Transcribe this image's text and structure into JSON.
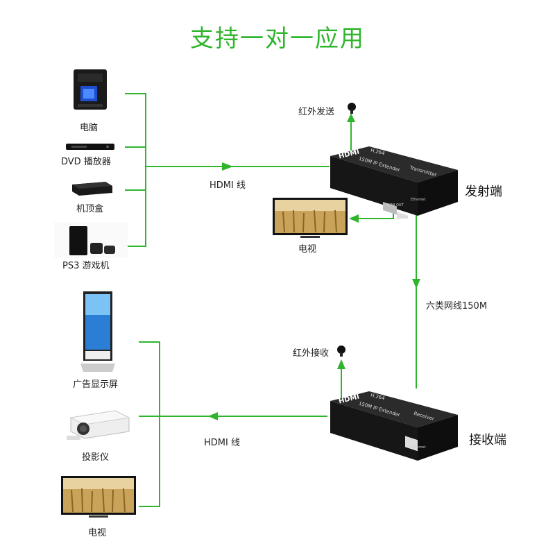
{
  "title": "支持一对一应用",
  "sources": [
    {
      "label": "电脑",
      "icon": "pc-tower-icon"
    },
    {
      "label": "DVD 播放器",
      "icon": "dvd-player-icon"
    },
    {
      "label": "机顶盒",
      "icon": "set-top-box-icon"
    },
    {
      "label": "PS3 游戏机",
      "icon": "ps3-console-icon"
    }
  ],
  "outputs": [
    {
      "label": "广告显示屏",
      "icon": "ad-display-icon"
    },
    {
      "label": "投影仪",
      "icon": "projector-icon"
    },
    {
      "label": "电视",
      "icon": "tv-icon"
    }
  ],
  "transmitter": {
    "label": "发射端",
    "brand": "HDMI",
    "model": "H.264",
    "name": "150M IP Extender",
    "role": "Transmitter",
    "port_hdmi": "HDMI OUT",
    "port_eth": "Ethernet",
    "ir_label": "红外发送",
    "local_tv_label": "电视"
  },
  "receiver": {
    "label": "接收端",
    "brand": "HDMI",
    "model": "H.264",
    "name": "150M IP Extender",
    "role": "Receiver",
    "port_eth": "Ethernet",
    "ir_label": "红外接收"
  },
  "links": {
    "hdmi_in": "HDMI 线",
    "hdmi_out": "HDMI 线",
    "network": "六类网线150M"
  },
  "colors": {
    "line": "#2fb52c",
    "device": "#1b1b1b"
  }
}
